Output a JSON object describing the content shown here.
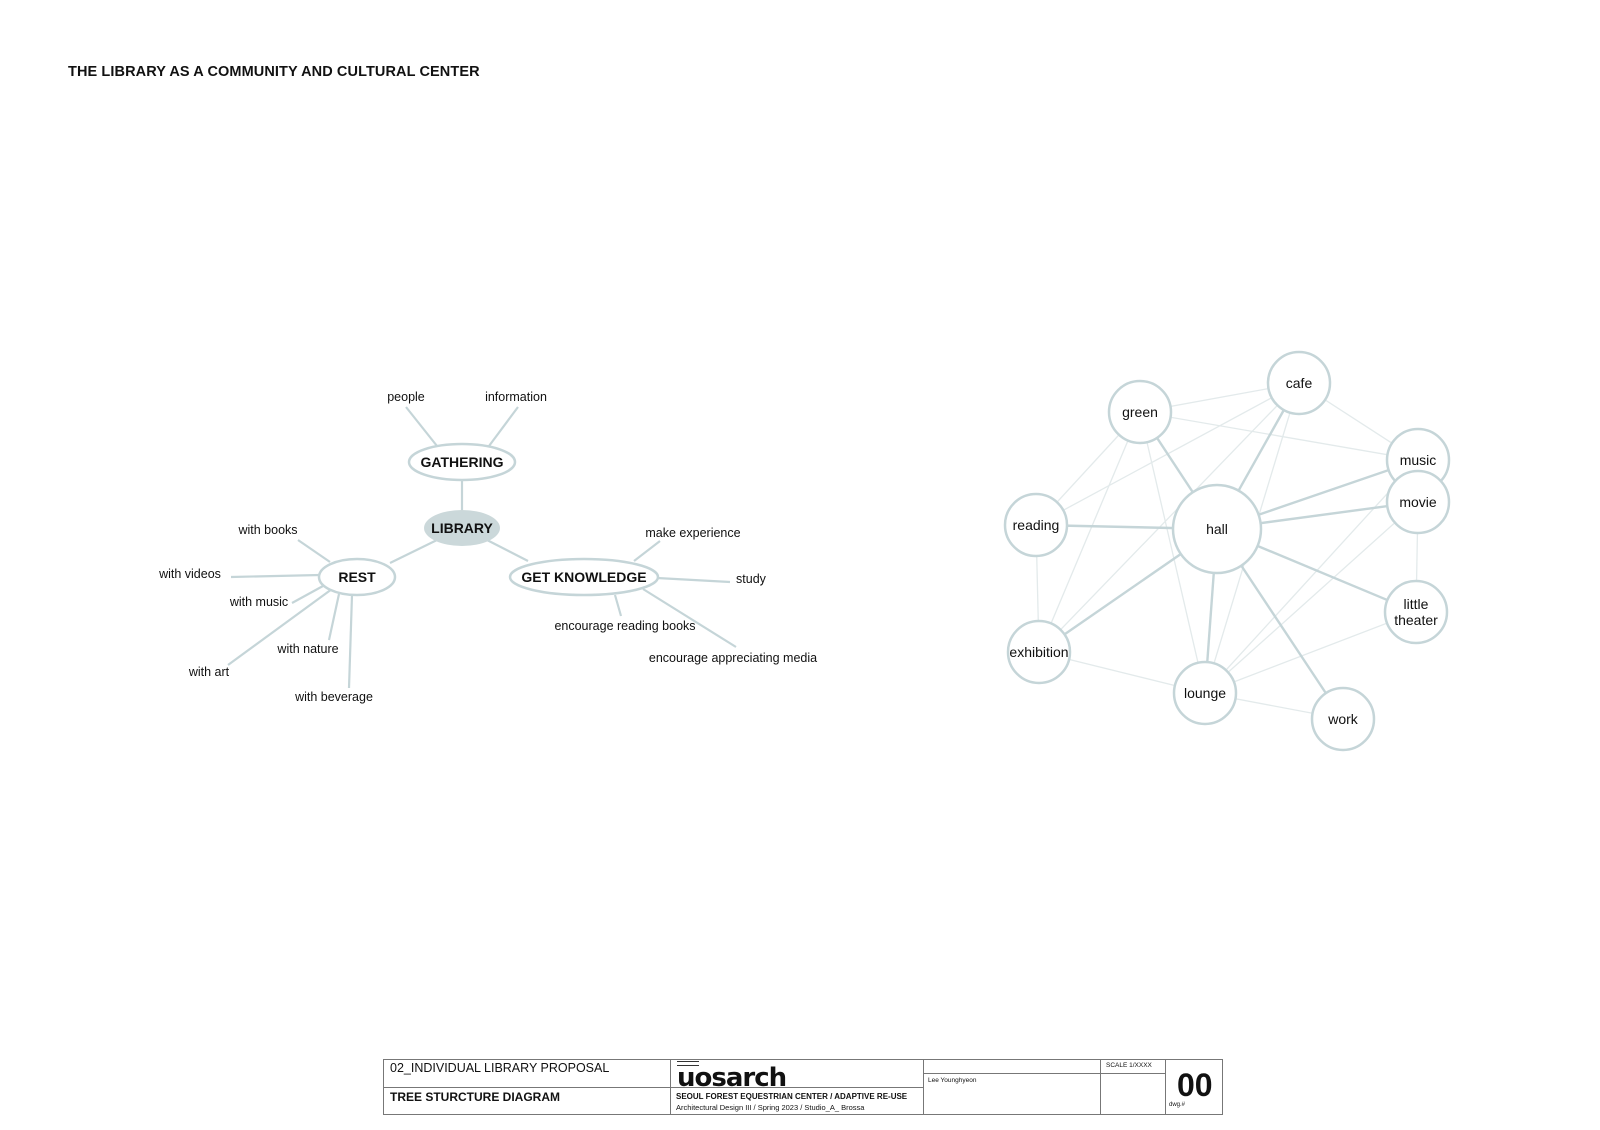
{
  "page": {
    "title": "THE LIBRARY AS A COMMUNITY AND CULTURAL CENTER"
  },
  "tree_diagram": {
    "root": "LIBRARY",
    "branches": [
      {
        "label": "GATHERING",
        "leaves": [
          "people",
          "information"
        ]
      },
      {
        "label": "REST",
        "leaves": [
          "with books",
          "with videos",
          "with music",
          "with nature",
          "with art",
          "with beverage"
        ]
      },
      {
        "label": "GET KNOWLEDGE",
        "leaves": [
          "make experience",
          "study",
          "encourage reading books",
          "encourage appreciating media"
        ]
      }
    ]
  },
  "network_diagram": {
    "nodes": [
      {
        "id": "hall",
        "label": "hall"
      },
      {
        "id": "green",
        "label": "green"
      },
      {
        "id": "cafe",
        "label": "cafe"
      },
      {
        "id": "music",
        "label": "music"
      },
      {
        "id": "movie",
        "label": "movie"
      },
      {
        "id": "reading",
        "label": "reading"
      },
      {
        "id": "little-theater",
        "label": "little\ntheater"
      },
      {
        "id": "exhibition",
        "label": "exhibition"
      },
      {
        "id": "lounge",
        "label": "lounge"
      },
      {
        "id": "work",
        "label": "work"
      }
    ],
    "strong_links": [
      [
        "hall",
        "green"
      ],
      [
        "hall",
        "cafe"
      ],
      [
        "hall",
        "music"
      ],
      [
        "hall",
        "movie"
      ],
      [
        "hall",
        "reading"
      ],
      [
        "hall",
        "little-theater"
      ],
      [
        "hall",
        "exhibition"
      ],
      [
        "hall",
        "lounge"
      ],
      [
        "hall",
        "work"
      ]
    ],
    "weak_links": [
      [
        "green",
        "cafe"
      ],
      [
        "green",
        "music"
      ],
      [
        "green",
        "reading"
      ],
      [
        "green",
        "exhibition"
      ],
      [
        "green",
        "lounge"
      ],
      [
        "cafe",
        "music"
      ],
      [
        "cafe",
        "reading"
      ],
      [
        "cafe",
        "lounge"
      ],
      [
        "cafe",
        "exhibition"
      ],
      [
        "reading",
        "exhibition"
      ],
      [
        "exhibition",
        "lounge"
      ],
      [
        "lounge",
        "work"
      ],
      [
        "lounge",
        "music"
      ],
      [
        "lounge",
        "movie"
      ],
      [
        "lounge",
        "little-theater"
      ],
      [
        "movie",
        "little-theater"
      ]
    ]
  },
  "title_block": {
    "project_label": "02_INDIVIDUAL LIBRARY PROPOSAL",
    "drawing_title": "TREE STURCTURE DIAGRAM",
    "logo_text": "uosarch",
    "project_name": "SEOUL FOREST EQUESTRIAN CENTER / ADAPTIVE RE-USE",
    "course": "Architectural Design III / Spring 2023 / Studio_A_ Brossa",
    "author": "Lee Younghyeon",
    "scale": "SCALE 1/XXXX",
    "dwg_number": "00",
    "dwg_label": "dwg.#"
  },
  "colors": {
    "line": "#c5d5d8",
    "line_faint": "#e3eaeb",
    "root_fill": "#cbd8da",
    "ink": "#111111"
  }
}
